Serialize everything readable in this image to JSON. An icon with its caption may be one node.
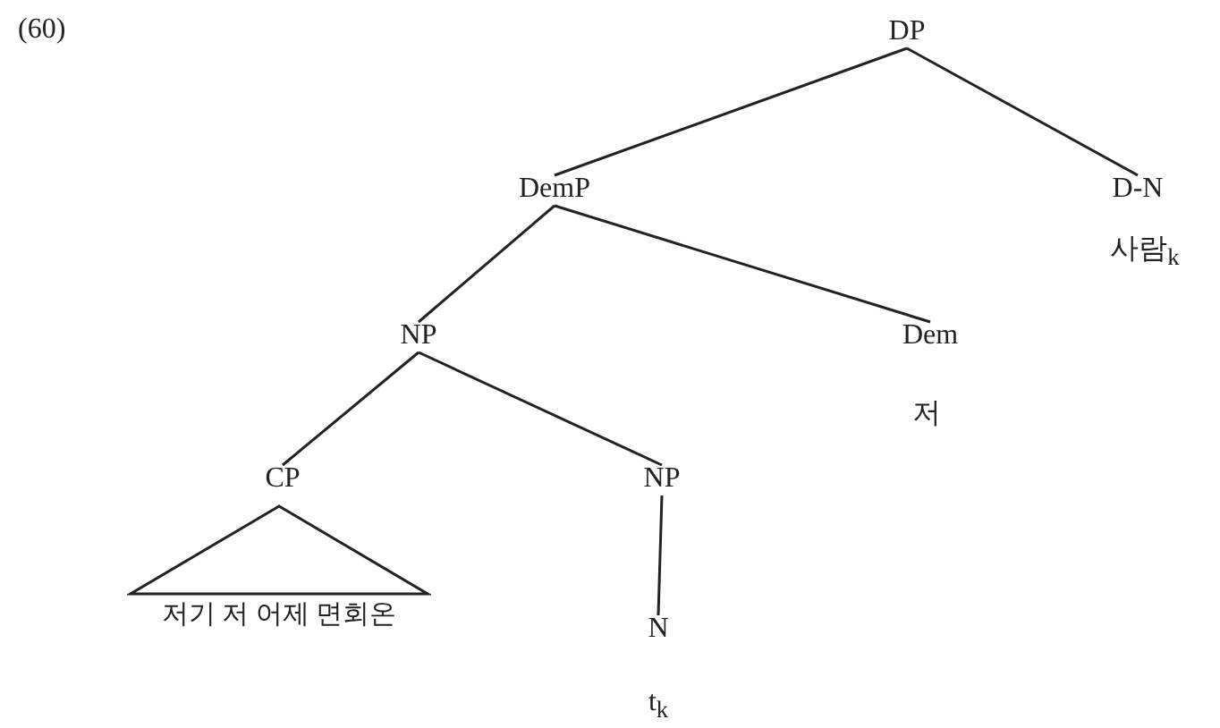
{
  "diagram": {
    "nodes": [
      {
        "text": [
          "DP"
        ]
      },
      {
        "text": [
          "DemP"
        ]
      },
      {
        "text": [
          "D-N"
        ],
        "beside": [
          "사람$_{k}$"
        ]
      },
      {
        "text": [
          "NP"
        ]
      },
      {
        "text": [
          "Dem"
        ],
        "beside": [
          "저"
        ]
      },
      {
        "text": [
          "CP"
        ]
      },
      {
        "text": [
          "NP"
        ]
      },
      {
        "text": [
          "저기 저 어제 면회온"
        ]
      },
      {
        "text": [
          "N"
        ],
        "beside": [
          "t$_{k}$"
        ]
      }
    ],
    "edges": [
      {
        "from": 0,
        "to": 1,
        "arrow": "none"
      },
      {
        "from": 0,
        "to": 2,
        "arrow": "none"
      },
      {
        "from": 1,
        "to": 3,
        "arrow": "none"
      },
      {
        "from": 1,
        "to": 4,
        "arrow": "none"
      },
      {
        "from": 3,
        "to": 5,
        "arrow": "none"
      },
      {
        "from": 3,
        "to": 6,
        "arrow": "none"
      },
      {
        "from": 6,
        "to": 8,
        "arrow": "none"
      }
    ],
    "labels": [
      "(60)"
    ]
  }
}
